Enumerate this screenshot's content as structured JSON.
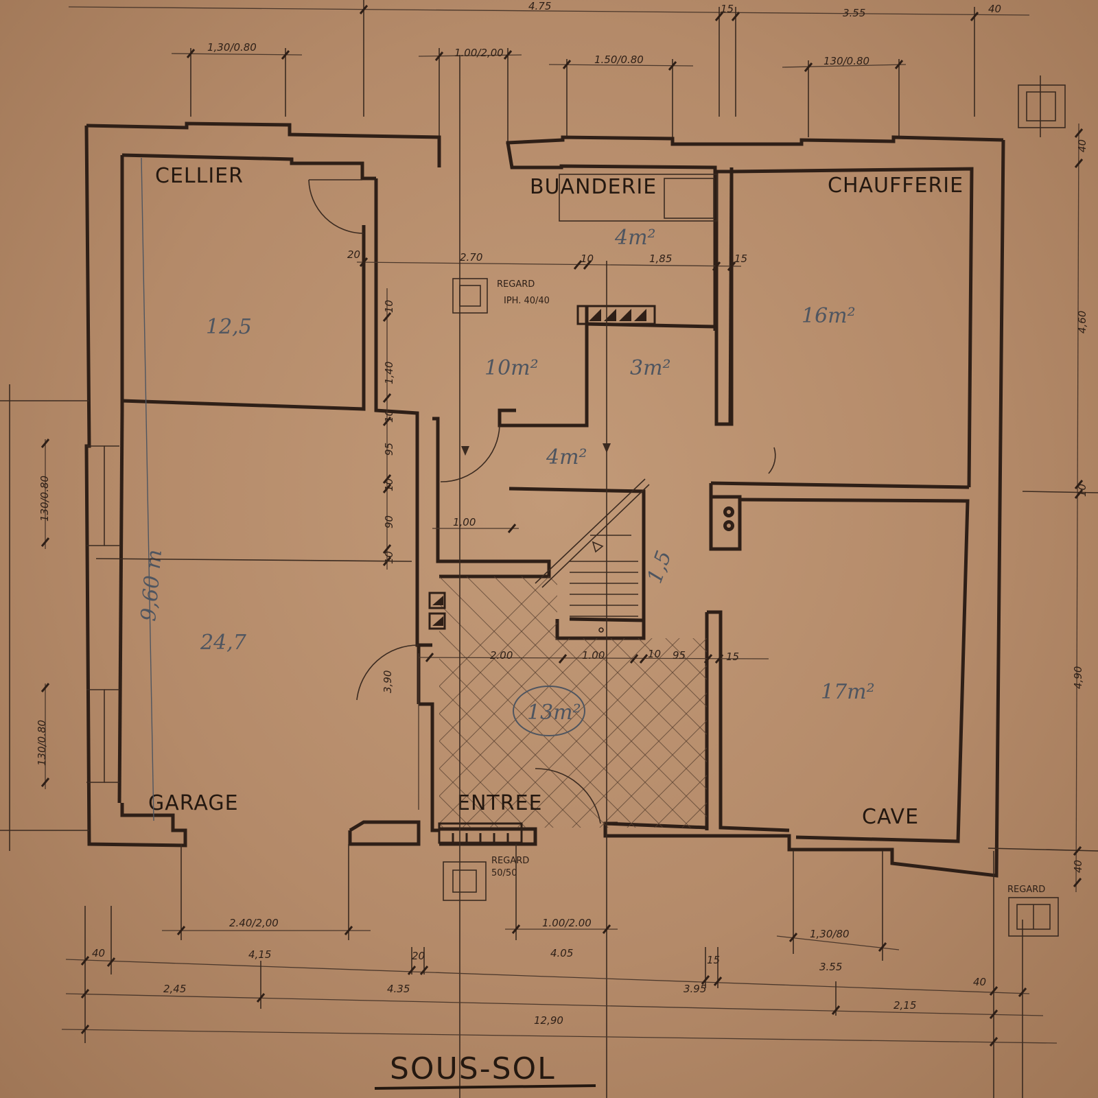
{
  "plan": {
    "title": "SOUS-SOL",
    "rooms": {
      "cellier": "CELLIER",
      "buanderie": "BUANDERIE",
      "chaufferie": "CHAUFFERIE",
      "garage": "GARAGE",
      "entree": "ENTREE",
      "cave": "CAVE"
    },
    "areas": {
      "cellier": "12,5",
      "garage": "24,7",
      "buanderie": "4m²",
      "hall": "10m²",
      "storage": "3m²",
      "landing": "4m²",
      "chaufferie": "16m²",
      "entree": "13m²",
      "cave": "17m²",
      "stair": "1,5",
      "garage_depth": "9,60 m"
    },
    "regards": {
      "north": "REGARD",
      "north_spec": "IPH. 40/40",
      "south": "REGARD",
      "south_spec": "50/50",
      "east": "REGARD"
    },
    "top_dims": {
      "overall_a": "4.75",
      "overall_b": "15",
      "overall_c": "3.55",
      "overall_d": "40",
      "win1": "1,30/0.80",
      "win2": "1.00/2,00",
      "win3": "1.50/0.80",
      "win4": "130/0.80"
    },
    "interior_dims": {
      "d20": "20",
      "d270": "2.70",
      "d10a": "10",
      "d185": "1,85",
      "d15a": "15",
      "v10a": "10",
      "v140": "1,40",
      "v10b": "10",
      "v95": "95",
      "v10c": "10",
      "v90": "90",
      "v10d": "10",
      "h100": "1,00",
      "v390": "3,90",
      "h200": "2.00",
      "h100b": "1.00",
      "h10": "10",
      "h95": "95",
      "h15": "15"
    },
    "left_dims": {
      "win_a": "130/0.80",
      "win_b": "130/0.80"
    },
    "right_dims": {
      "r40a": "40",
      "r460": "4,60",
      "r10": "10",
      "r490": "4,90",
      "r40b": "40"
    },
    "bottom_dims": {
      "door_garage": "2.40/2,00",
      "door_entree": "1.00/2.00",
      "win_cave": "1,30/80",
      "b40": "40",
      "b415": "4,15",
      "b20": "20",
      "b405": "4.05",
      "b15": "15",
      "b355": "3.55",
      "b40b": "40",
      "c245": "2,45",
      "c435": "4.35",
      "c395": "3.95",
      "c215": "2,15",
      "total": "12,90"
    }
  }
}
